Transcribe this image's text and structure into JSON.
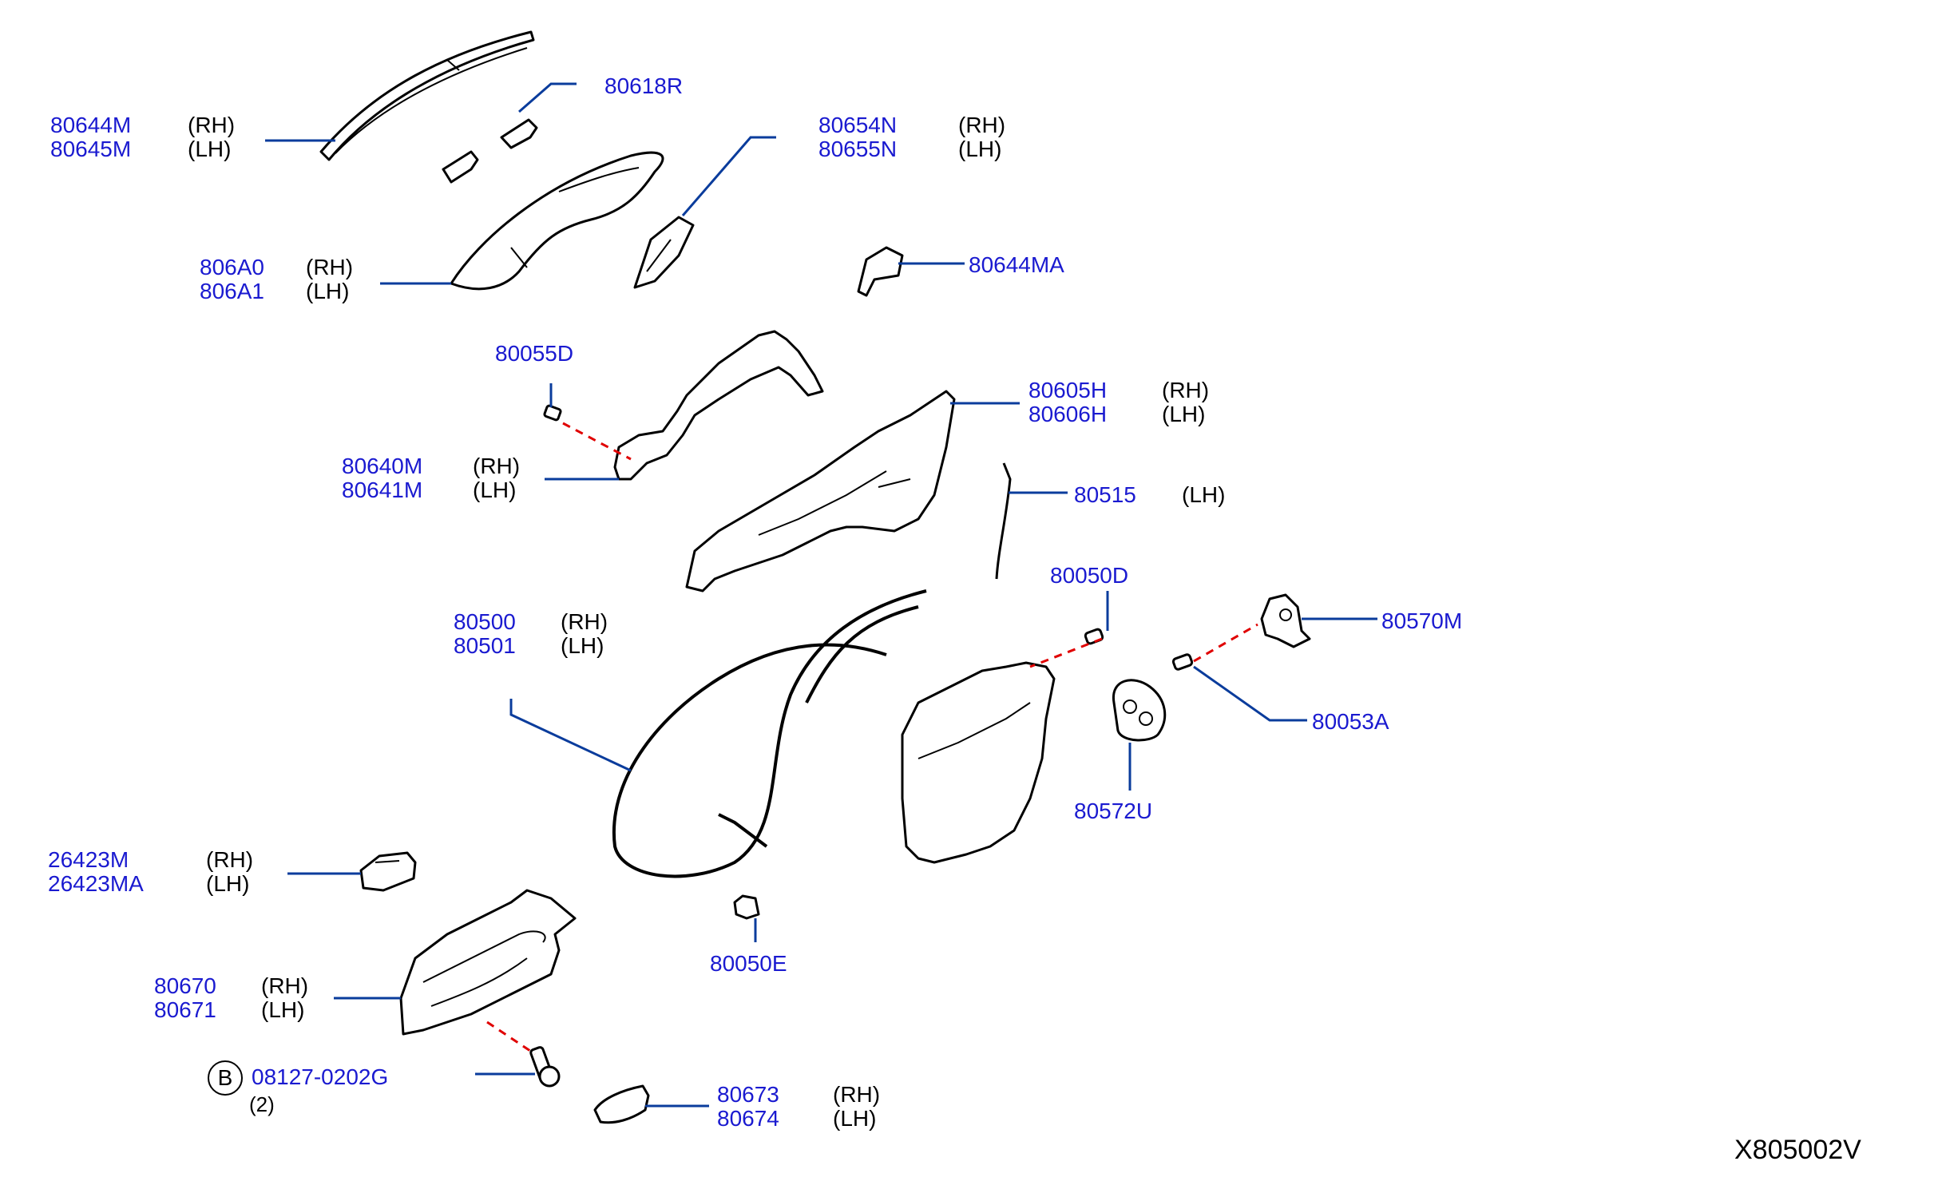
{
  "callouts": [
    {
      "id": "80644M",
      "pn": [
        "80644M",
        "80645M"
      ],
      "side": [
        "(RH)",
        "(LH)"
      ]
    },
    {
      "id": "80618R",
      "pn": [
        "80618R"
      ],
      "side": []
    },
    {
      "id": "80654N",
      "pn": [
        "80654N",
        "80655N"
      ],
      "side": [
        "(RH)",
        "(LH)"
      ]
    },
    {
      "id": "806A0",
      "pn": [
        "806A0",
        "806A1"
      ],
      "side": [
        "(RH)",
        "(LH)"
      ]
    },
    {
      "id": "80644MA",
      "pn": [
        "80644MA"
      ],
      "side": []
    },
    {
      "id": "80055D",
      "pn": [
        "80055D"
      ],
      "side": []
    },
    {
      "id": "80605H",
      "pn": [
        "80605H",
        "80606H"
      ],
      "side": [
        "(RH)",
        "(LH)"
      ]
    },
    {
      "id": "80640M",
      "pn": [
        "80640M",
        "80641M"
      ],
      "side": [
        "(RH)",
        "(LH)"
      ]
    },
    {
      "id": "80515",
      "pn": [
        "80515"
      ],
      "side": [
        "(LH)"
      ]
    },
    {
      "id": "80050D",
      "pn": [
        "80050D"
      ],
      "side": []
    },
    {
      "id": "80500",
      "pn": [
        "80500",
        "80501"
      ],
      "side": [
        "(RH)",
        "(LH)"
      ]
    },
    {
      "id": "80570M",
      "pn": [
        "80570M"
      ],
      "side": []
    },
    {
      "id": "80053A",
      "pn": [
        "80053A"
      ],
      "side": []
    },
    {
      "id": "80572U",
      "pn": [
        "80572U"
      ],
      "side": []
    },
    {
      "id": "26423M",
      "pn": [
        "26423M",
        "26423MA"
      ],
      "side": [
        "(RH)",
        "(LH)"
      ]
    },
    {
      "id": "80050E",
      "pn": [
        "80050E"
      ],
      "side": []
    },
    {
      "id": "80670",
      "pn": [
        "80670",
        "80671"
      ],
      "side": [
        "(RH)",
        "(LH)"
      ]
    },
    {
      "id": "08127",
      "pn": [
        "08127-0202G"
      ],
      "side": [],
      "prefix": "B",
      "qty": "(2)"
    },
    {
      "id": "80673",
      "pn": [
        "80673",
        "80674"
      ],
      "side": [
        "(RH)",
        "(LH)"
      ]
    }
  ],
  "diagram_code": "X805002V",
  "colors": {
    "part_number": "#1a1ad0",
    "leader": "#0a3c9c",
    "dashed": "#e00000",
    "outline": "#000000"
  }
}
